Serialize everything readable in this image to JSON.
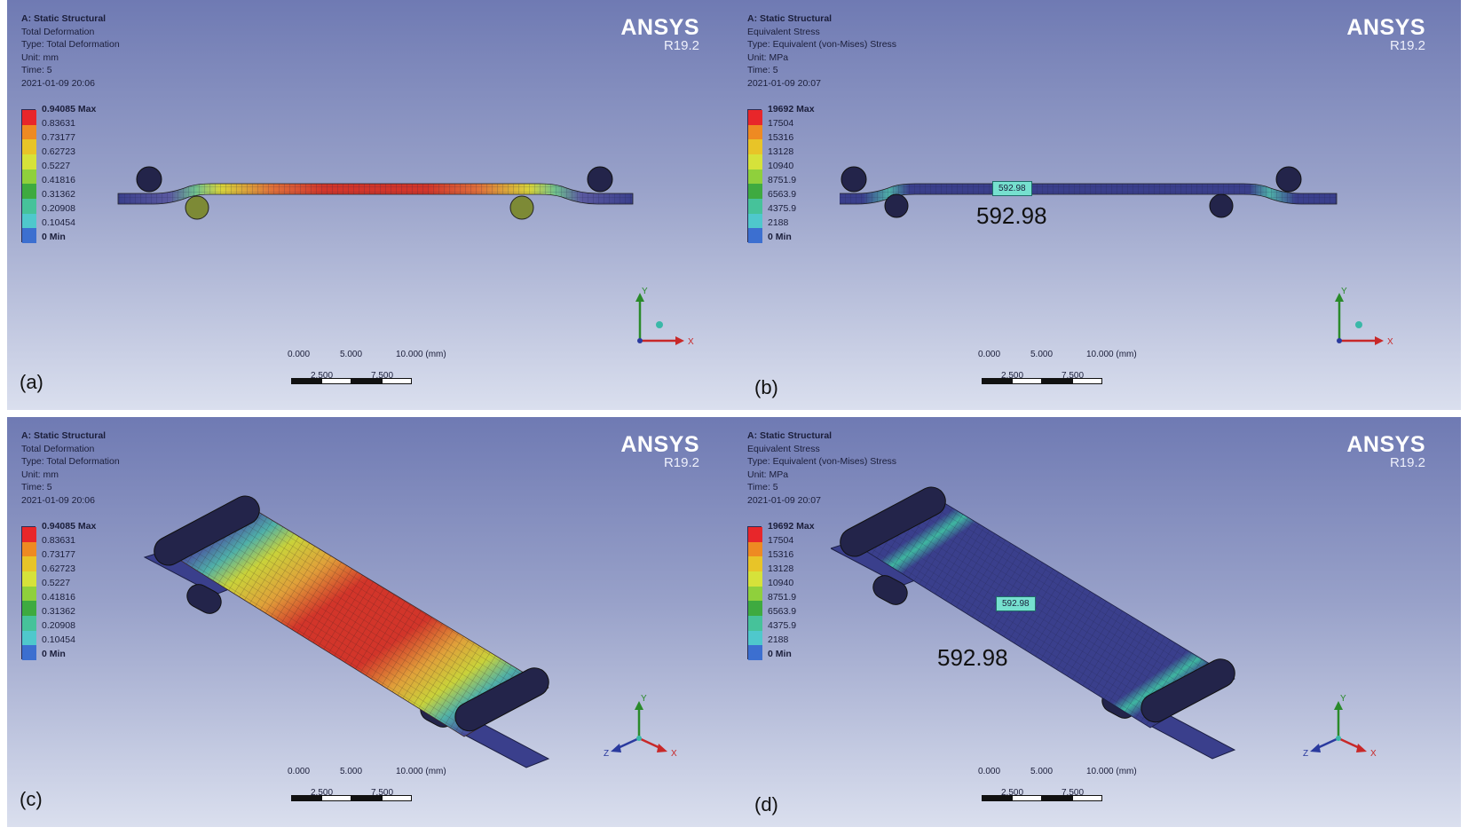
{
  "panels": {
    "a": {
      "figure_label": "(a)",
      "info": [
        "A: Static Structural",
        "Total Deformation",
        "Type: Total Deformation",
        "Unit: mm",
        "Time: 5",
        "2021-01-09 20:06"
      ],
      "legend": [
        "0.94085 Max",
        "0.83631",
        "0.73177",
        "0.62723",
        "0.5227",
        "0.41816",
        "0.31362",
        "0.20908",
        "0.10454",
        "0 Min"
      ]
    },
    "b": {
      "figure_label": "(b)",
      "info": [
        "A: Static Structural",
        "Equivalent Stress",
        "Type: Equivalent (von-Mises) Stress",
        "Unit: MPa",
        "Time: 5",
        "2021-01-09 20:07"
      ],
      "legend": [
        "19692 Max",
        "17504",
        "15316",
        "13128",
        "10940",
        "8751.9",
        "6563.9",
        "4375.9",
        "2188",
        "0 Min"
      ],
      "probe_tag": "592.98",
      "probe_value": "592.98"
    },
    "c": {
      "figure_label": "(c)",
      "info": [
        "A: Static Structural",
        "Total Deformation",
        "Type: Total Deformation",
        "Unit: mm",
        "Time: 5",
        "2021-01-09 20:06"
      ],
      "legend": [
        "0.94085 Max",
        "0.83631",
        "0.73177",
        "0.62723",
        "0.5227",
        "0.41816",
        "0.31362",
        "0.20908",
        "0.10454",
        "0 Min"
      ]
    },
    "d": {
      "figure_label": "(d)",
      "info": [
        "A: Static Structural",
        "Equivalent Stress",
        "Type: Equivalent (von-Mises) Stress",
        "Unit: MPa",
        "Time: 5",
        "2021-01-09 20:07"
      ],
      "legend": [
        "19692 Max",
        "17504",
        "15316",
        "13128",
        "10940",
        "8751.9",
        "6563.9",
        "4375.9",
        "2188",
        "0 Min"
      ],
      "probe_tag": "592.98",
      "probe_value": "592.98"
    }
  },
  "brand": {
    "name": "ANSYS",
    "version": "R19.2"
  },
  "scale_bar": {
    "top": [
      "0.000",
      "5.000",
      "10.000 (mm)"
    ],
    "bottom": [
      "2.500",
      "7.500"
    ]
  },
  "axes_labels": {
    "x": "X",
    "y": "Y",
    "z": "Z"
  },
  "legend_colors": [
    "#e8262a",
    "#ee8a22",
    "#e8c428",
    "#d6e23a",
    "#8fd03c",
    "#3eaa40",
    "#46c29a",
    "#4fc8cc",
    "#3c86d8",
    "#2b3a9e"
  ],
  "colors": {
    "beam_blue": "#3a3f8c",
    "roller": "#23244a",
    "beam_red": "#d2352a"
  }
}
